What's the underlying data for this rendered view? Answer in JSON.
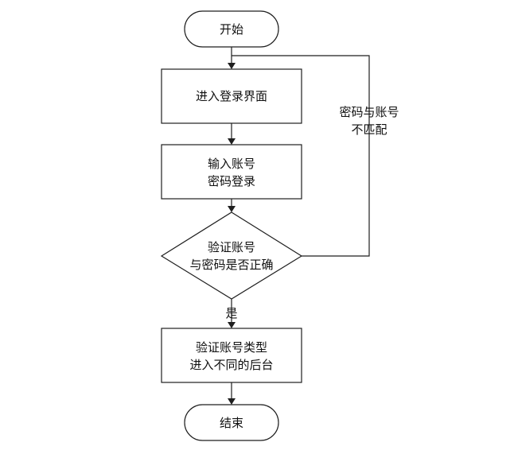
{
  "flowchart": {
    "start": {
      "label": "开始"
    },
    "enter_login": {
      "label": "进入登录界面"
    },
    "input_credentials": {
      "line1": "输入账号",
      "line2": "密码登录"
    },
    "verify": {
      "line1": "验证账号",
      "line2": "与密码是否正确"
    },
    "mismatch_edge": {
      "line1": "密码与账号",
      "line2": "不匹配"
    },
    "yes_edge": {
      "label": "是"
    },
    "route_backend": {
      "line1": "验证账号类型",
      "line2": "进入不同的后台"
    },
    "end": {
      "label": "结束"
    }
  }
}
